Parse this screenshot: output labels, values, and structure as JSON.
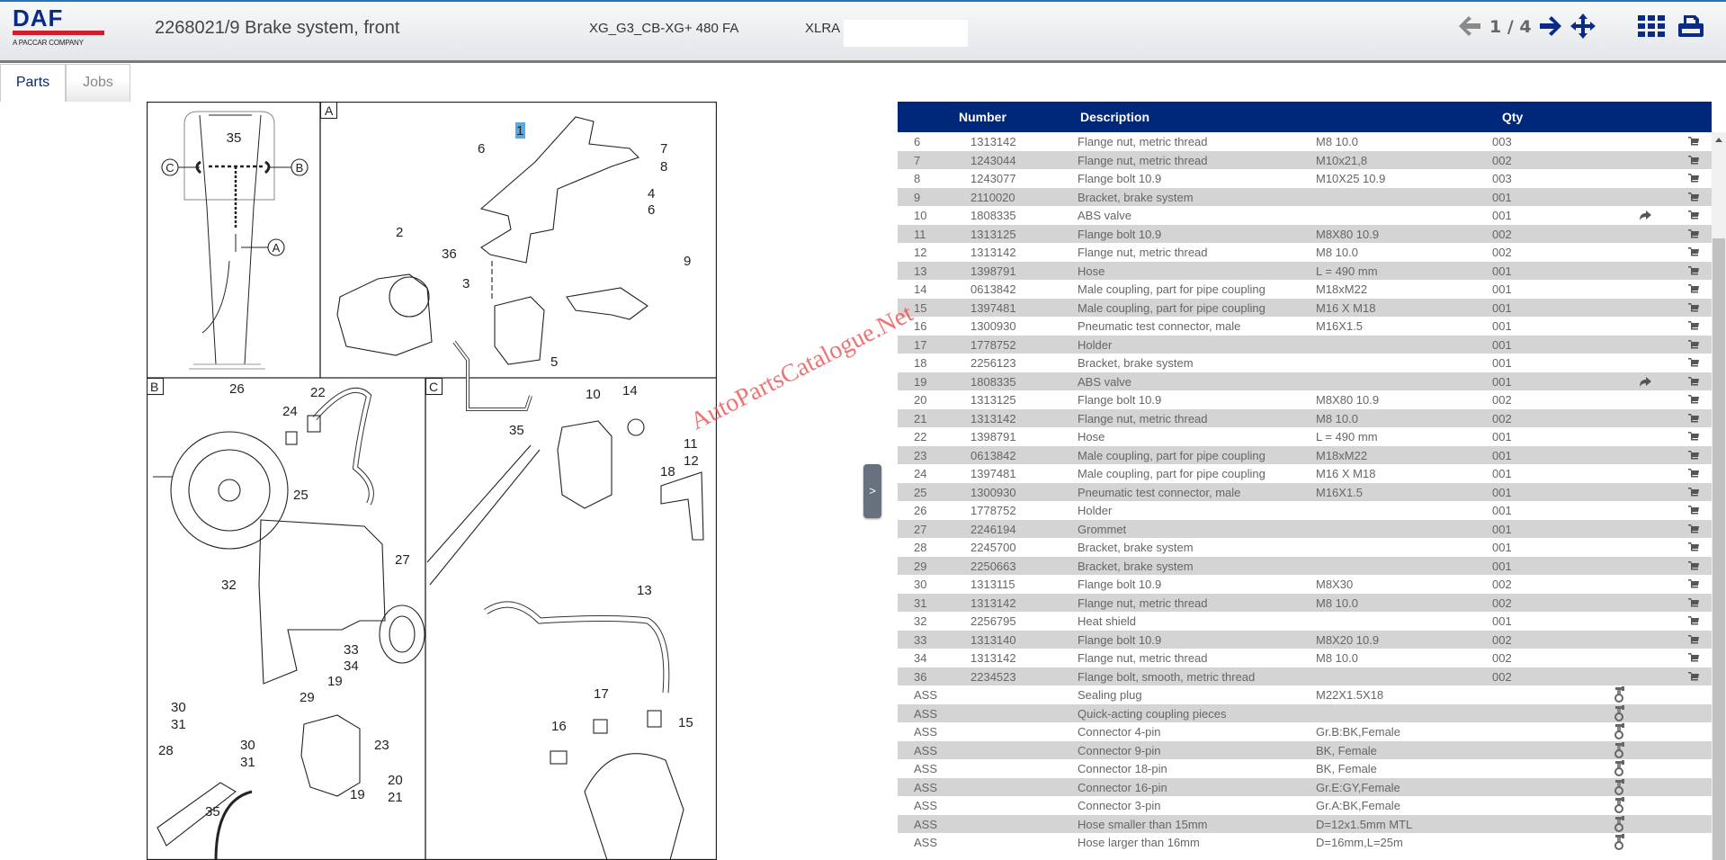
{
  "header": {
    "logo_text": "DAF",
    "logo_sub": "A PACCAR COMPANY",
    "title": "2268021/9  Brake system, front",
    "model": "XG_G3_CB-XG+ 480 FA",
    "vin_prefix": "XLRA",
    "pager": "1 / 4"
  },
  "tabs": [
    {
      "label": "Parts",
      "active": true
    },
    {
      "label": "Jobs",
      "active": false
    }
  ],
  "diagram": {
    "panels": [
      "A",
      "B",
      "C"
    ],
    "overview": [
      "35",
      "C",
      "B",
      "A"
    ],
    "a": [
      "1",
      "6",
      "7",
      "8",
      "4",
      "6",
      "9",
      "2",
      "36",
      "3",
      "5"
    ],
    "b": [
      "26",
      "22",
      "24",
      "25",
      "27",
      "32",
      "33",
      "34",
      "19",
      "29",
      "30",
      "31",
      "28",
      "30",
      "31",
      "23",
      "20",
      "21",
      "19",
      "35"
    ],
    "c": [
      "10",
      "14",
      "35",
      "11",
      "12",
      "18",
      "13",
      "17",
      "16",
      "15"
    ]
  },
  "collapse_label": ">",
  "watermark": "AutoPartsCatalogue.Net",
  "table": {
    "columns": {
      "number": "Number",
      "description": "Description",
      "qty": "Qty"
    },
    "rows": [
      {
        "pos": "6",
        "number": "1313142",
        "desc": "Flange nut, metric thread",
        "spec": "M8 10.0",
        "qty": "003",
        "link": false,
        "icon": "cart"
      },
      {
        "pos": "7",
        "number": "1243044",
        "desc": "Flange nut, metric thread",
        "spec": "M10x21,8",
        "qty": "002",
        "link": false,
        "icon": "cart"
      },
      {
        "pos": "8",
        "number": "1243077",
        "desc": "Flange bolt 10.9",
        "spec": "M10X25 10.9",
        "qty": "003",
        "link": false,
        "icon": "cart"
      },
      {
        "pos": "9",
        "number": "2110020",
        "desc": "Bracket, brake system",
        "spec": "",
        "qty": "001",
        "link": false,
        "icon": "cart"
      },
      {
        "pos": "10",
        "number": "1808335",
        "desc": "ABS valve",
        "spec": "",
        "qty": "001",
        "link": true,
        "icon": "cart"
      },
      {
        "pos": "11",
        "number": "1313125",
        "desc": "Flange bolt 10.9",
        "spec": "M8X80 10.9",
        "qty": "002",
        "link": false,
        "icon": "cart"
      },
      {
        "pos": "12",
        "number": "1313142",
        "desc": "Flange nut, metric thread",
        "spec": "M8 10.0",
        "qty": "002",
        "link": false,
        "icon": "cart"
      },
      {
        "pos": "13",
        "number": "1398791",
        "desc": "Hose",
        "spec": "L = 490 mm",
        "qty": "001",
        "link": false,
        "icon": "cart"
      },
      {
        "pos": "14",
        "number": "0613842",
        "desc": "Male coupling, part for pipe coupling",
        "spec": "M18xM22",
        "qty": "001",
        "link": false,
        "icon": "cart"
      },
      {
        "pos": "15",
        "number": "1397481",
        "desc": "Male coupling, part for pipe coupling",
        "spec": "M16 X M18",
        "qty": "001",
        "link": false,
        "icon": "cart"
      },
      {
        "pos": "16",
        "number": "1300930",
        "desc": "Pneumatic test connector, male",
        "spec": "M16X1.5",
        "qty": "001",
        "link": false,
        "icon": "cart"
      },
      {
        "pos": "17",
        "number": "1778752",
        "desc": "Holder",
        "spec": "",
        "qty": "001",
        "link": false,
        "icon": "cart"
      },
      {
        "pos": "18",
        "number": "2256123",
        "desc": "Bracket, brake system",
        "spec": "",
        "qty": "001",
        "link": false,
        "icon": "cart"
      },
      {
        "pos": "19",
        "number": "1808335",
        "desc": "ABS valve",
        "spec": "",
        "qty": "001",
        "link": true,
        "icon": "cart"
      },
      {
        "pos": "20",
        "number": "1313125",
        "desc": "Flange bolt 10.9",
        "spec": "M8X80 10.9",
        "qty": "002",
        "link": false,
        "icon": "cart"
      },
      {
        "pos": "21",
        "number": "1313142",
        "desc": "Flange nut, metric thread",
        "spec": "M8 10.0",
        "qty": "002",
        "link": false,
        "icon": "cart"
      },
      {
        "pos": "22",
        "number": "1398791",
        "desc": "Hose",
        "spec": "L = 490 mm",
        "qty": "001",
        "link": false,
        "icon": "cart"
      },
      {
        "pos": "23",
        "number": "0613842",
        "desc": "Male coupling, part for pipe coupling",
        "spec": "M18xM22",
        "qty": "001",
        "link": false,
        "icon": "cart"
      },
      {
        "pos": "24",
        "number": "1397481",
        "desc": "Male coupling, part for pipe coupling",
        "spec": "M16 X M18",
        "qty": "001",
        "link": false,
        "icon": "cart"
      },
      {
        "pos": "25",
        "number": "1300930",
        "desc": "Pneumatic test connector, male",
        "spec": "M16X1.5",
        "qty": "001",
        "link": false,
        "icon": "cart"
      },
      {
        "pos": "26",
        "number": "1778752",
        "desc": "Holder",
        "spec": "",
        "qty": "001",
        "link": false,
        "icon": "cart"
      },
      {
        "pos": "27",
        "number": "2246194",
        "desc": "Grommet",
        "spec": "",
        "qty": "001",
        "link": false,
        "icon": "cart"
      },
      {
        "pos": "28",
        "number": "2245700",
        "desc": "Bracket, brake system",
        "spec": "",
        "qty": "001",
        "link": false,
        "icon": "cart"
      },
      {
        "pos": "29",
        "number": "2250663",
        "desc": "Bracket, brake system",
        "spec": "",
        "qty": "001",
        "link": false,
        "icon": "cart"
      },
      {
        "pos": "30",
        "number": "1313115",
        "desc": "Flange bolt 10.9",
        "spec": "M8X30",
        "qty": "002",
        "link": false,
        "icon": "cart"
      },
      {
        "pos": "31",
        "number": "1313142",
        "desc": "Flange nut, metric thread",
        "spec": "M8 10.0",
        "qty": "002",
        "link": false,
        "icon": "cart"
      },
      {
        "pos": "32",
        "number": "2256795",
        "desc": "Heat shield",
        "spec": "",
        "qty": "001",
        "link": false,
        "icon": "cart"
      },
      {
        "pos": "33",
        "number": "1313140",
        "desc": "Flange bolt 10.9",
        "spec": "M8X20 10.9",
        "qty": "002",
        "link": false,
        "icon": "cart"
      },
      {
        "pos": "34",
        "number": "1313142",
        "desc": "Flange nut, metric thread",
        "spec": "M8 10.0",
        "qty": "002",
        "link": false,
        "icon": "cart"
      },
      {
        "pos": "36",
        "number": "2234523",
        "desc": "Flange bolt, smooth, metric thread",
        "spec": "",
        "qty": "002",
        "link": false,
        "icon": "cart"
      },
      {
        "pos": "ASS",
        "number": "",
        "desc": "Sealing plug",
        "spec": "M22X1.5X18",
        "qty": "",
        "link": false,
        "icon": "tool"
      },
      {
        "pos": "ASS",
        "number": "",
        "desc": "Quick-acting coupling pieces",
        "spec": "",
        "qty": "",
        "link": false,
        "icon": "tool"
      },
      {
        "pos": "ASS",
        "number": "",
        "desc": "Connector 4-pin",
        "spec": "Gr.B:BK,Female",
        "qty": "",
        "link": false,
        "icon": "tool"
      },
      {
        "pos": "ASS",
        "number": "",
        "desc": "Connector 9-pin",
        "spec": "BK, Female",
        "qty": "",
        "link": false,
        "icon": "tool"
      },
      {
        "pos": "ASS",
        "number": "",
        "desc": "Connector 18-pin",
        "spec": "BK, Female",
        "qty": "",
        "link": false,
        "icon": "tool"
      },
      {
        "pos": "ASS",
        "number": "",
        "desc": "Connector 16-pin",
        "spec": "Gr.E:GY,Female",
        "qty": "",
        "link": false,
        "icon": "tool"
      },
      {
        "pos": "ASS",
        "number": "",
        "desc": "Connector 3-pin",
        "spec": "Gr.A:BK,Female",
        "qty": "",
        "link": false,
        "icon": "tool"
      },
      {
        "pos": "ASS",
        "number": "",
        "desc": "Hose smaller than 15mm",
        "spec": "D=12x1.5mm MTL",
        "qty": "",
        "link": false,
        "icon": "tool"
      },
      {
        "pos": "ASS",
        "number": "",
        "desc": "Hose larger than 16mm",
        "spec": "D=16mm,L=25m",
        "qty": "",
        "link": false,
        "icon": "tool"
      }
    ]
  },
  "colors": {
    "brand_blue": "#00287a",
    "brand_red": "#d01f2c",
    "row_alt": "#d4d4d4",
    "highlight": "#5aa9e0"
  }
}
